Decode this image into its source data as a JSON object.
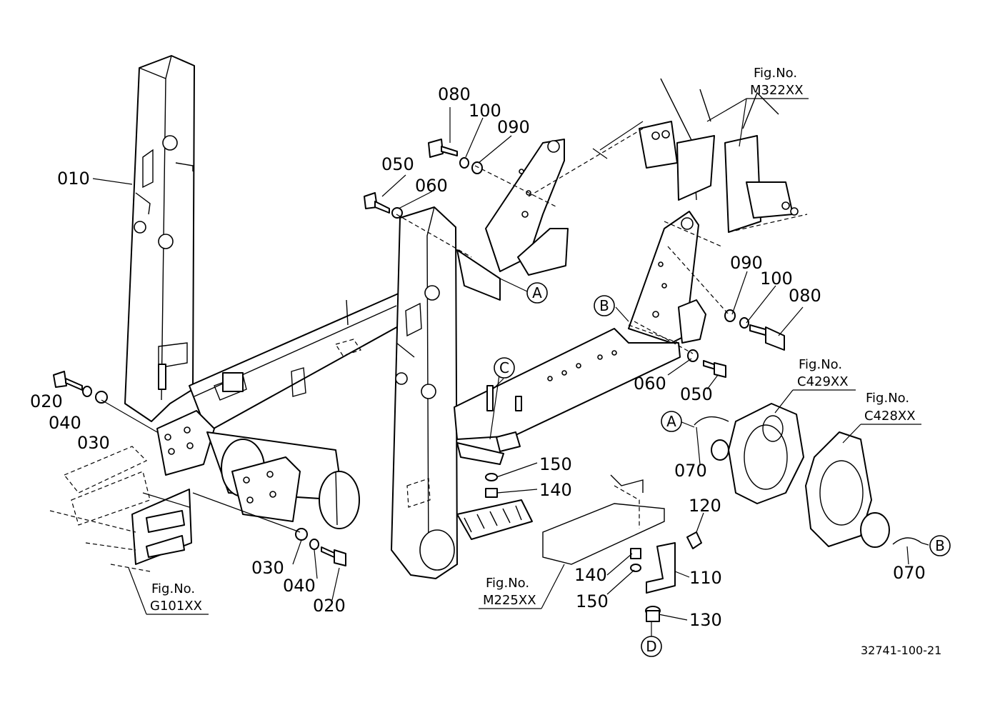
{
  "labels": {
    "p010": "010",
    "p020_left": "020",
    "p040_left": "040",
    "p030_left": "030",
    "p080_top": "080",
    "p100_top": "100",
    "p090_top": "090",
    "p050_top": "050",
    "p060_top": "060",
    "p090_right": "090",
    "p100_right": "100",
    "p080_right": "080",
    "p060_right": "060",
    "p050_right": "050",
    "p150_center": "150",
    "p140_center": "140",
    "p030_bottom": "030",
    "p040_bottom": "040",
    "p020_bottom": "020",
    "p070_left": "070",
    "p070_right": "070",
    "p120": "120",
    "p140_bottom": "140",
    "p110": "110",
    "p150_bottom": "150",
    "p130": "130"
  },
  "refs": {
    "a_top": "A",
    "b_top": "B",
    "c": "C",
    "a_bottom": "A",
    "b_bottom": "B",
    "d": "D"
  },
  "figures": {
    "m322_title": "Fig.No.",
    "m322_code": "M322XX",
    "c429_title": "Fig.No.",
    "c429_code": "C429XX",
    "c428_title": "Fig.No.",
    "c428_code": "C428XX",
    "g101_title": "Fig.No.",
    "g101_code": "G101XX",
    "m225_title": "Fig.No.",
    "m225_code": "M225XX"
  },
  "catalog_id": "32741-100-21"
}
